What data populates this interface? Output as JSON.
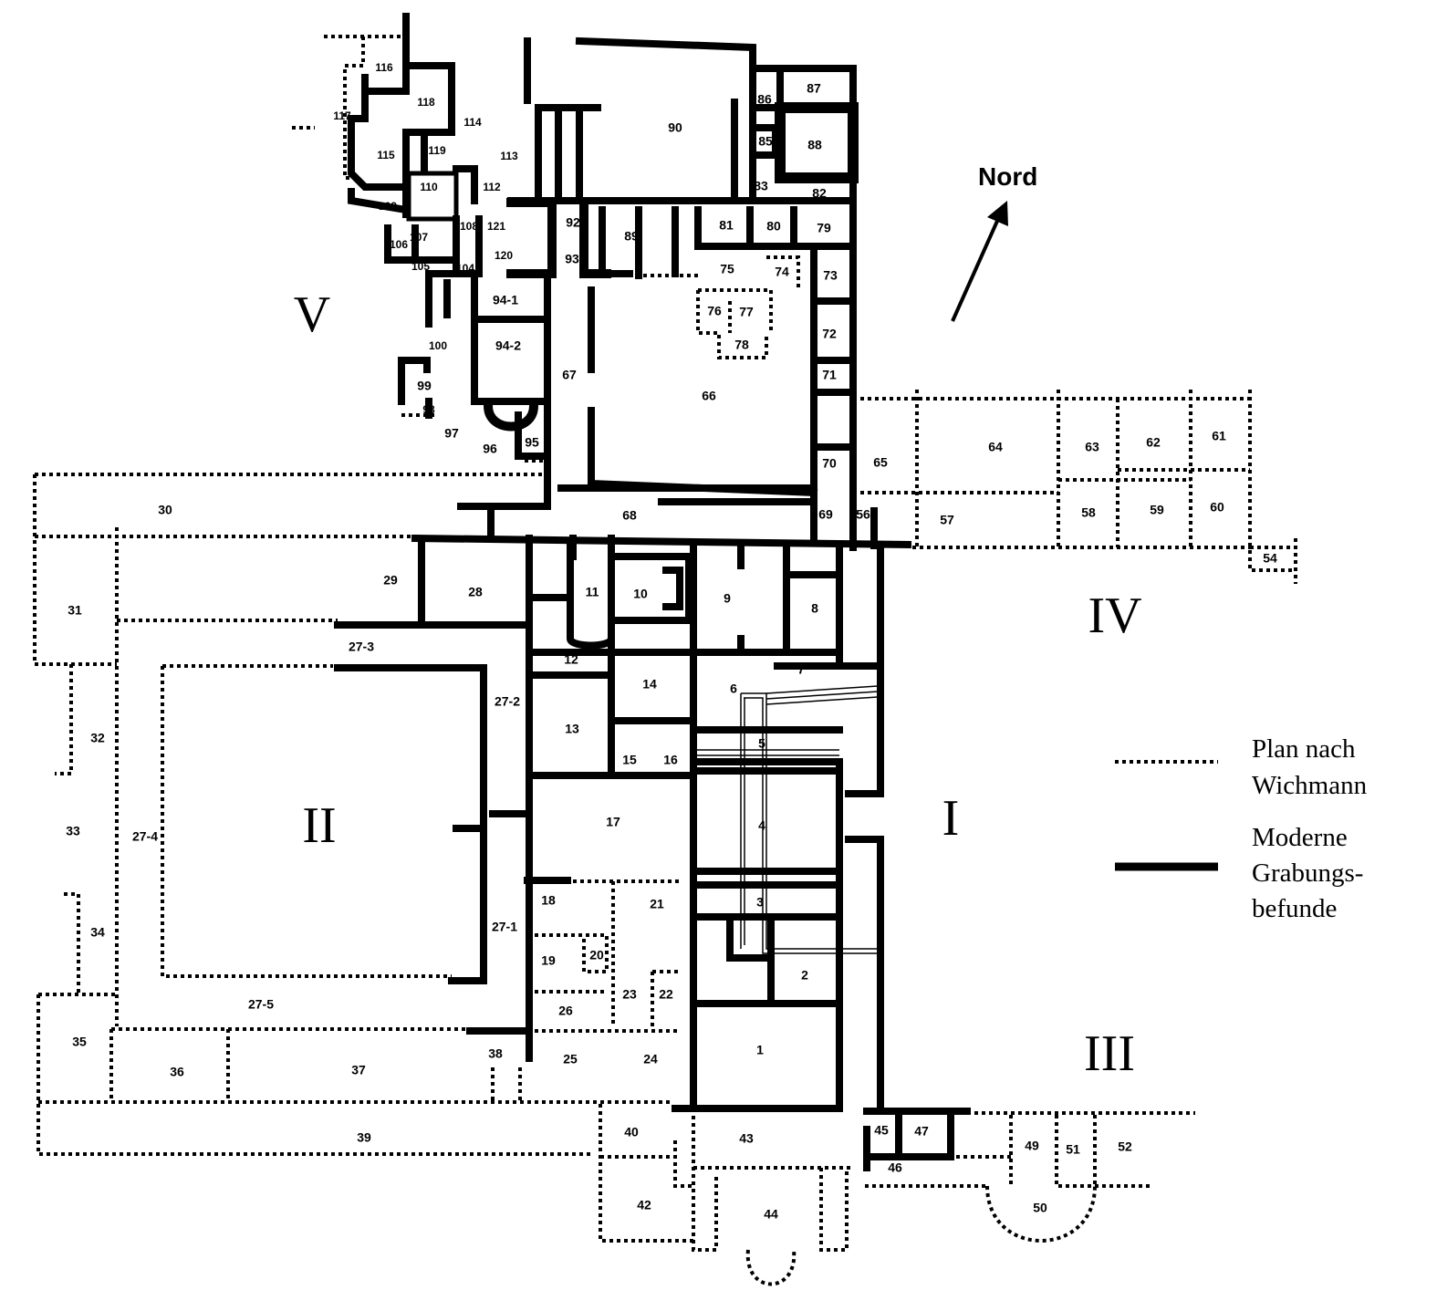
{
  "north": {
    "label": "Nord"
  },
  "legend": {
    "dotted_line1": "Plan nach",
    "dotted_line2": "Wichmann",
    "solid_line1": "Moderne",
    "solid_line2": "Grabungs-",
    "solid_line3": "befunde"
  },
  "zones": [
    "I",
    "II",
    "III",
    "IV",
    "V"
  ],
  "rooms": [
    "1",
    "2",
    "3",
    "4",
    "5",
    "6",
    "7",
    "8",
    "9",
    "10",
    "11",
    "12",
    "13",
    "14",
    "15",
    "16",
    "17",
    "18",
    "19",
    "20",
    "21",
    "22",
    "23",
    "24",
    "25",
    "26",
    "27-1",
    "27-2",
    "27-3",
    "27-4",
    "27-5",
    "28",
    "29",
    "30",
    "31",
    "32",
    "33",
    "34",
    "35",
    "36",
    "37",
    "38",
    "39",
    "40",
    "42",
    "43",
    "44",
    "45",
    "46",
    "47",
    "49",
    "50",
    "51",
    "52",
    "54",
    "56",
    "57",
    "58",
    "59",
    "60",
    "61",
    "62",
    "63",
    "64",
    "65",
    "66",
    "67",
    "68",
    "69",
    "70",
    "71",
    "72",
    "73",
    "74",
    "75",
    "76",
    "77",
    "78",
    "79",
    "80",
    "81",
    "82",
    "83",
    "85",
    "86",
    "87",
    "88",
    "89",
    "90",
    "92",
    "93",
    "94-1",
    "94-2",
    "95",
    "96",
    "97",
    "98",
    "99",
    "100",
    "104",
    "105",
    "106",
    "107",
    "108",
    "109",
    "110",
    "112",
    "113",
    "114",
    "115",
    "116",
    "117",
    "118",
    "119",
    "120",
    "121"
  ]
}
